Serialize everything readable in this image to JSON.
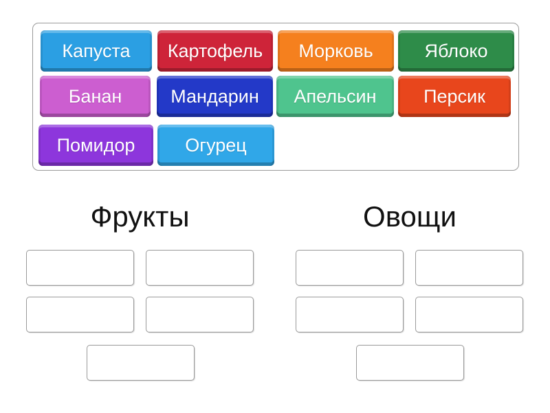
{
  "tray": {
    "text_color": "#ffffff",
    "tiles": [
      {
        "label": "Капуста",
        "color": "#2B9FE3"
      },
      {
        "label": "Картофель",
        "color": "#CE2439"
      },
      {
        "label": "Морковь",
        "color": "#F5801E"
      },
      {
        "label": "Яблоко",
        "color": "#2E8C49"
      },
      {
        "label": "Банан",
        "color": "#CC5ED0"
      },
      {
        "label": "Мандарин",
        "color": "#2339C8"
      },
      {
        "label": "Апельсин",
        "color": "#4FC48E"
      },
      {
        "label": "Персик",
        "color": "#E8461C"
      },
      {
        "label": "Помидор",
        "color": "#8D36DC"
      },
      {
        "label": "Огурец",
        "color": "#30A7E8"
      }
    ]
  },
  "categories": [
    {
      "title": "Фрукты",
      "slots": 5
    },
    {
      "title": "Овощи",
      "slots": 5
    }
  ]
}
